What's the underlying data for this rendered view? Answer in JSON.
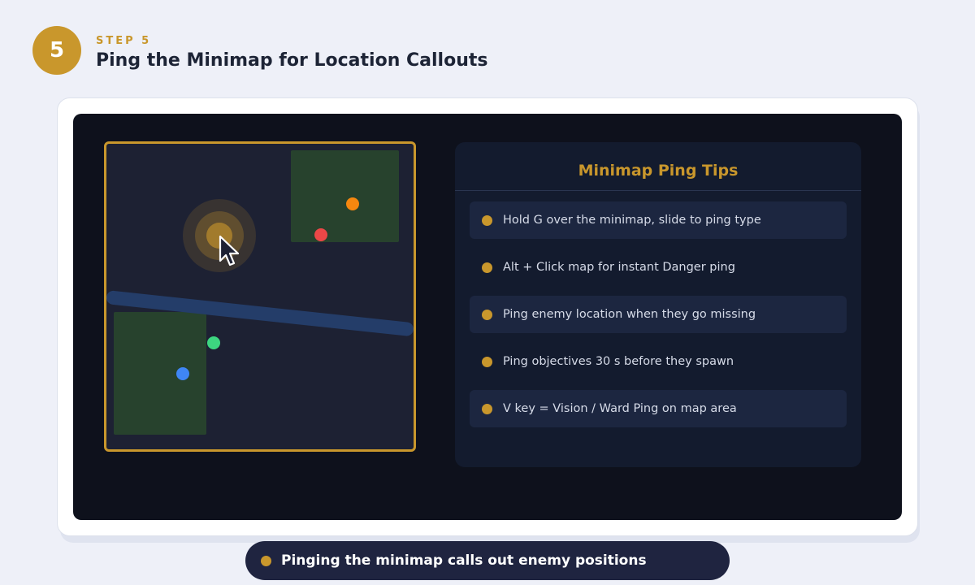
{
  "step": {
    "number": "5",
    "label": "STEP 5",
    "title": "Ping the Minimap for Location Callouts"
  },
  "minimap": {
    "icons": {
      "cursor": "pointer-cursor-icon",
      "ping": "ping-marker-icon"
    },
    "unit_colors": {
      "orange": "#f5870f",
      "red": "#eb4747",
      "green": "#3dd680",
      "blue": "#3f86f5"
    },
    "colors": {
      "border": "#c9972c",
      "jungle": "#27422d",
      "river": "#243d69"
    }
  },
  "tips": {
    "title": "Minimap Ping Tips",
    "items": [
      "Hold G over the minimap, slide to ping type",
      "Alt + Click map for instant Danger ping",
      "Ping enemy location when they go missing",
      "Ping objectives 30 s before they spawn",
      "V key = Vision / Ward Ping on map area"
    ]
  },
  "caption": "Pinging the minimap calls out enemy positions",
  "colors": {
    "accent": "#c9972c",
    "background": "#eef0f8",
    "screen": "#0e111c"
  }
}
